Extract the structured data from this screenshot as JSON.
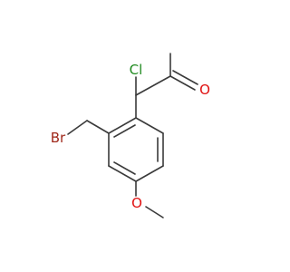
{
  "molecule": {
    "atoms": {
      "chlorine": {
        "label": "Cl",
        "color": "#1f8a1f"
      },
      "oxygen_carbonyl": {
        "label": "O",
        "color": "#e01010"
      },
      "bromine": {
        "label": "Br",
        "color": "#a0291b"
      },
      "oxygen_methoxy": {
        "label": "O",
        "color": "#e01010"
      }
    },
    "bond_color": "#3a3a3a"
  }
}
